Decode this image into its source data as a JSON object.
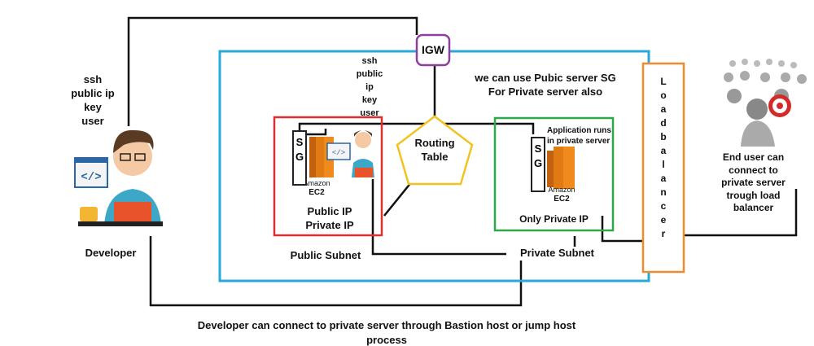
{
  "labels": {
    "igw": "IGW",
    "ssh_left": "ssh\npublic ip\nkey\nuser",
    "ssh_mid": "ssh\npublic\nip\nkey\nuser",
    "sg_note": "we can use Pubic server SG\nFor Private server also",
    "routing_table": "Routing\nTable",
    "public_ip": "Public IP\nPrivate IP",
    "public_subnet": "Public Subnet",
    "only_private_ip": "Only Private IP",
    "private_subnet": "Private Subnet",
    "app_note": "Application runs\nin private server",
    "ec2_top": "Amazon",
    "ec2_bottom": "EC2",
    "sg_letters": "S\nG",
    "load_balancer": "L\no\na\nd\nb\na\nl\na\nn\nc\ne\nr",
    "developer": "Developer",
    "end_user": "End user can\nconnect to\nprivate server\ntrough load\nbalancer",
    "footer": "Developer can connect to private server through Bastion host or jump host",
    "footer2": "process"
  },
  "colors": {
    "vpc": "#29a9d8",
    "public_subnet": "#d93030",
    "private_subnet": "#2fa84a",
    "igw": "#8e3e9e",
    "routing_table": "#f2c320",
    "load_balancer": "#ef8a2e",
    "ec2": "#f08a1c",
    "line": "#111111"
  }
}
